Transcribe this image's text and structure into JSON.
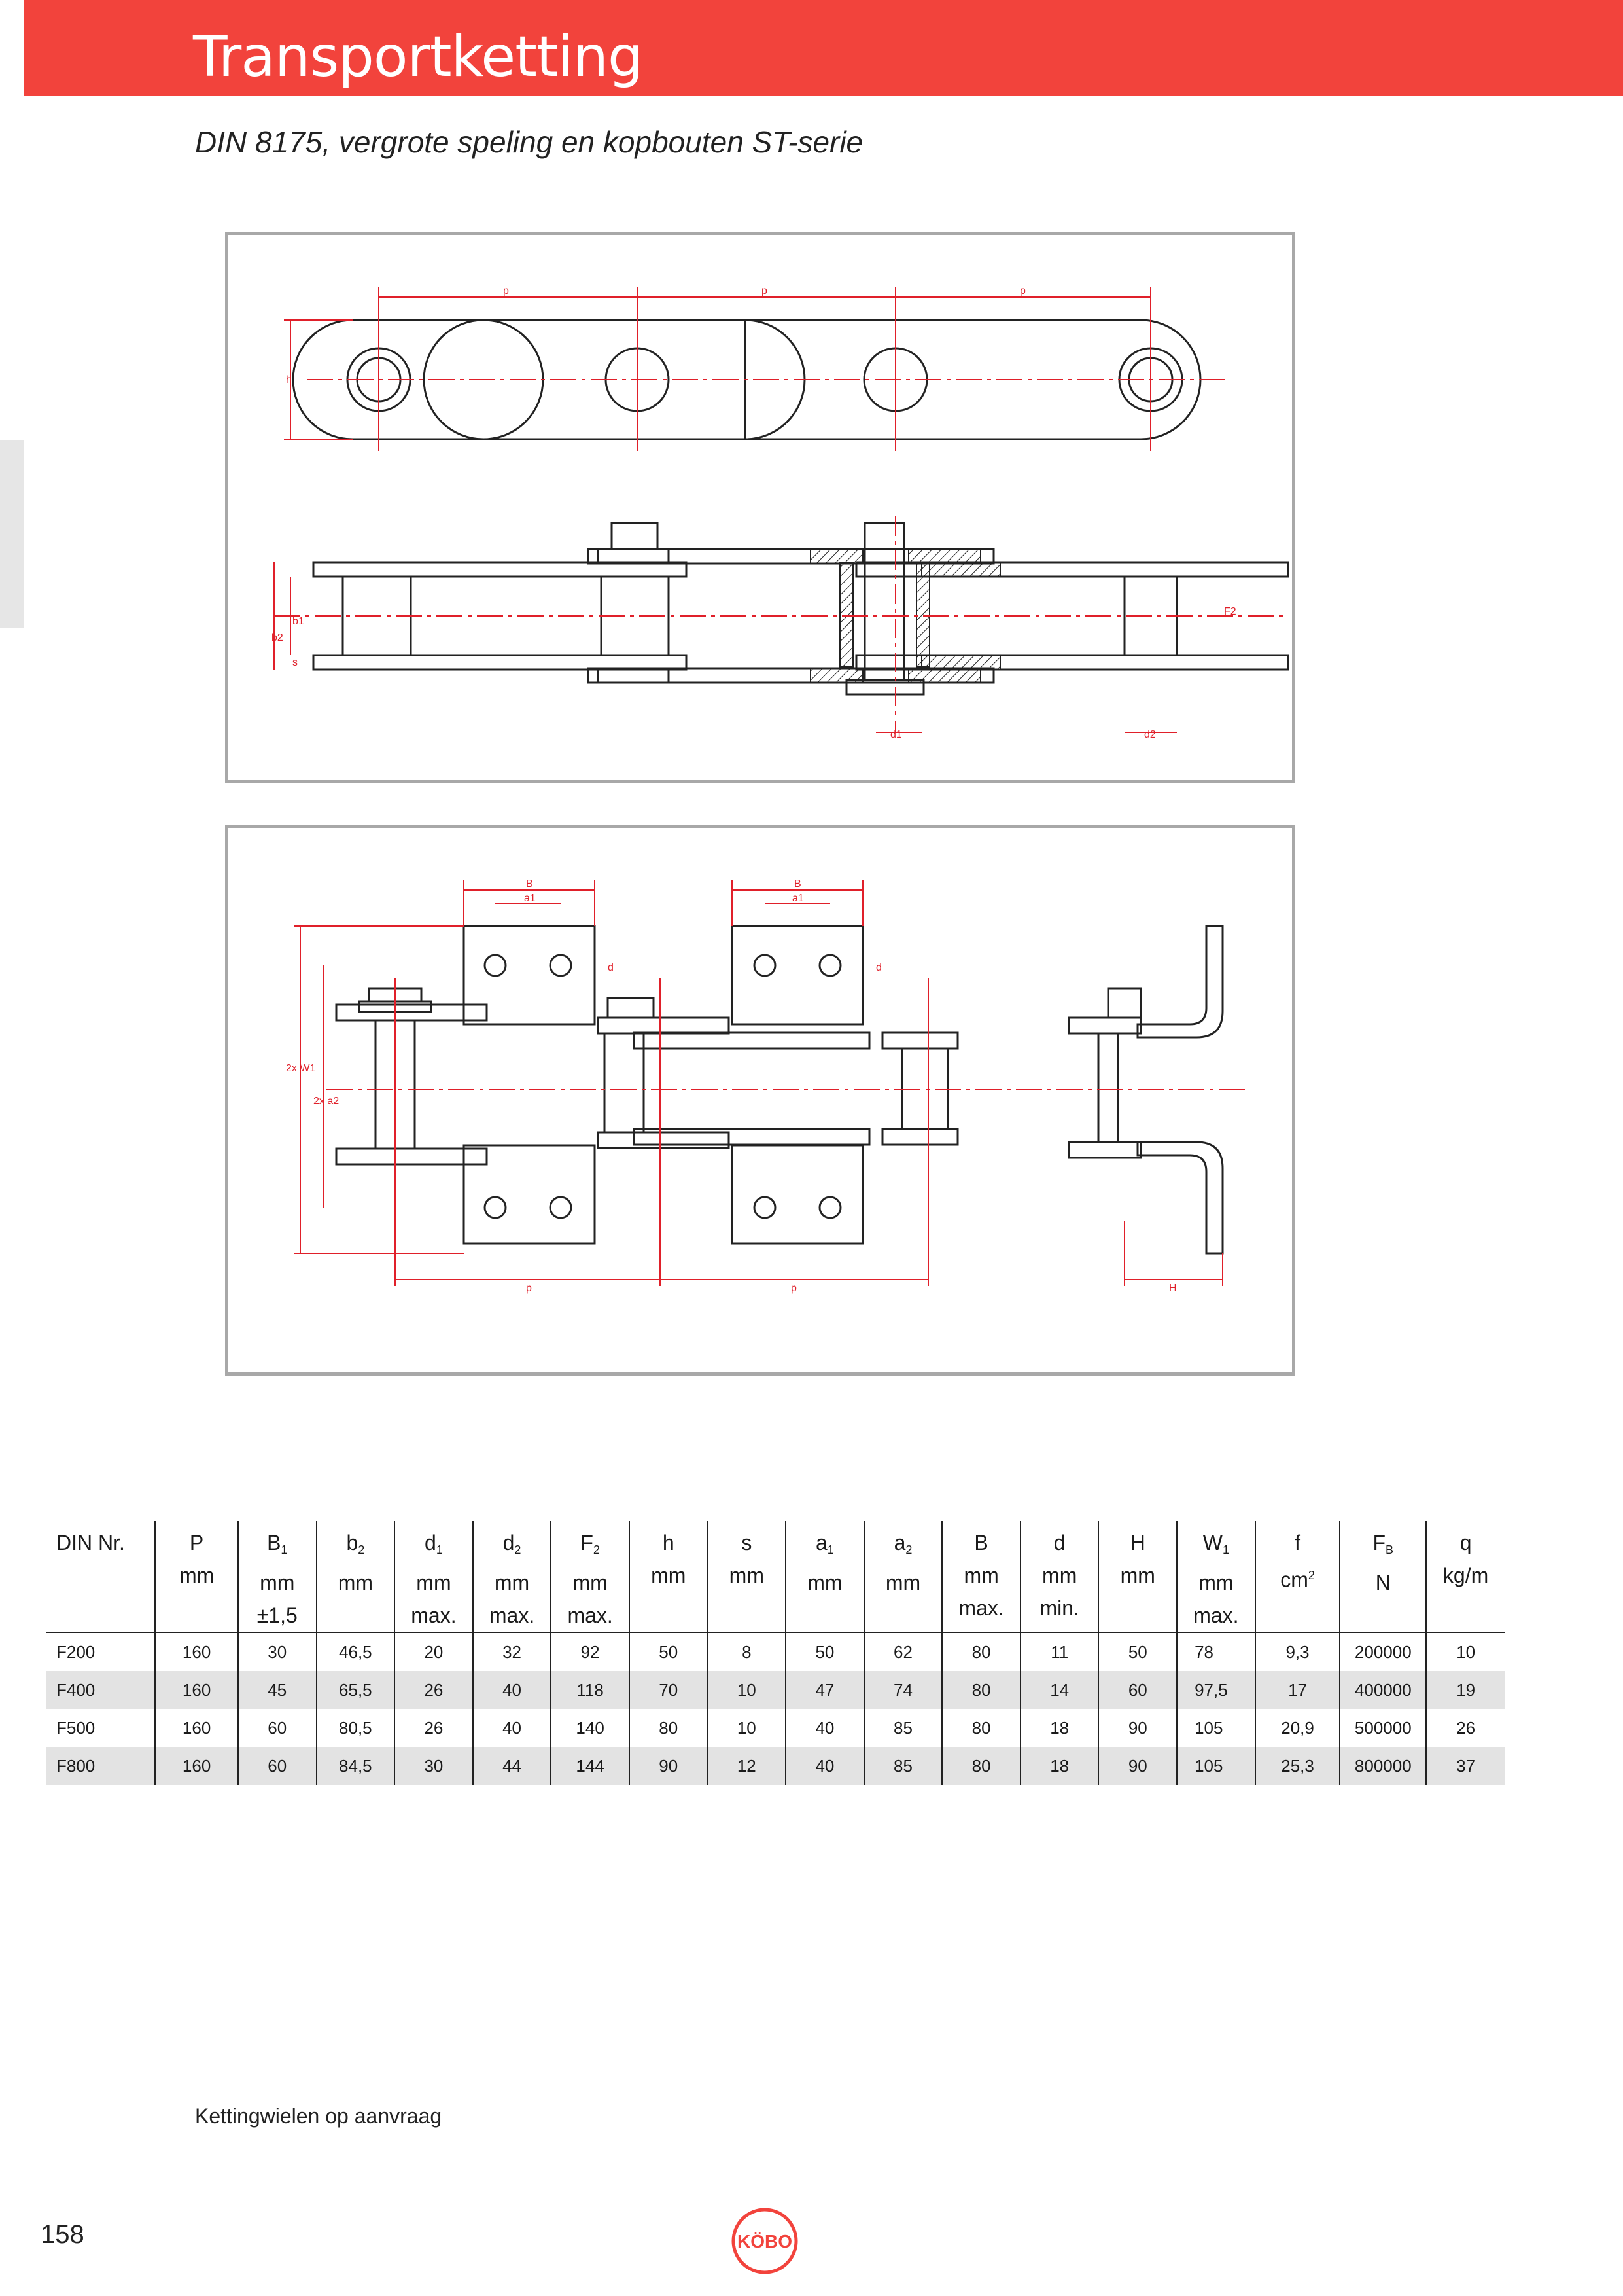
{
  "header": {
    "title": "Transportketting",
    "subtitle": "DIN 8175, vergrote speling en kopbouten ST-serie",
    "accent_color": "#f2433c"
  },
  "drawing_top": {
    "labels": {
      "p": "p",
      "h": "h",
      "b1": "b1",
      "b2": "b2",
      "s": "s",
      "F2": "F2",
      "d1": "d1",
      "d2": "d2"
    }
  },
  "drawing_bottom": {
    "labels": {
      "B": "B",
      "a1": "a1",
      "d": "d",
      "W1": "2x W1",
      "a2": "2x a2",
      "p": "p",
      "H": "H"
    }
  },
  "table": {
    "headers": [
      {
        "sym": "DIN Nr.",
        "sub": "",
        "sup": "",
        "unit": "",
        "note": ""
      },
      {
        "sym": "P",
        "sub": "",
        "sup": "",
        "unit": "mm",
        "note": ""
      },
      {
        "sym": "B",
        "sub": "1",
        "sup": "",
        "unit": "mm",
        "note": "±1,5"
      },
      {
        "sym": "b",
        "sub": "2",
        "sup": "",
        "unit": "mm",
        "note": ""
      },
      {
        "sym": "d",
        "sub": "1",
        "sup": "",
        "unit": "mm",
        "note": "max."
      },
      {
        "sym": "d",
        "sub": "2",
        "sup": "",
        "unit": "mm",
        "note": "max."
      },
      {
        "sym": "F",
        "sub": "2",
        "sup": "",
        "unit": "mm",
        "note": "max."
      },
      {
        "sym": "h",
        "sub": "",
        "sup": "",
        "unit": "mm",
        "note": ""
      },
      {
        "sym": "s",
        "sub": "",
        "sup": "",
        "unit": "mm",
        "note": ""
      },
      {
        "sym": "a",
        "sub": "1",
        "sup": "",
        "unit": "mm",
        "note": ""
      },
      {
        "sym": "a",
        "sub": "2",
        "sup": "",
        "unit": "mm",
        "note": ""
      },
      {
        "sym": "B",
        "sub": "",
        "sup": "",
        "unit": "mm",
        "note": "max."
      },
      {
        "sym": "d",
        "sub": "",
        "sup": "",
        "unit": "mm",
        "note": "min."
      },
      {
        "sym": "H",
        "sub": "",
        "sup": "",
        "unit": "mm",
        "note": ""
      },
      {
        "sym": "W",
        "sub": "1",
        "sup": "",
        "unit": "mm",
        "note": "max."
      },
      {
        "sym": "f",
        "sub": "",
        "sup": "2",
        "unit": "cm",
        "note": ""
      },
      {
        "sym": "F",
        "sub": "B",
        "sup": "",
        "unit": "N",
        "note": ""
      },
      {
        "sym": "q",
        "sub": "",
        "sup": "",
        "unit": "kg/m",
        "note": ""
      }
    ],
    "rows": [
      [
        "F200",
        "160",
        "30",
        "46,5",
        "20",
        "32",
        "92",
        "50",
        "8",
        "50",
        "62",
        "80",
        "11",
        "50",
        "78",
        "9,3",
        "200000",
        "10"
      ],
      [
        "F400",
        "160",
        "45",
        "65,5",
        "26",
        "40",
        "118",
        "70",
        "10",
        "47",
        "74",
        "80",
        "14",
        "60",
        "97,5",
        "17",
        "400000",
        "19"
      ],
      [
        "F500",
        "160",
        "60",
        "80,5",
        "26",
        "40",
        "140",
        "80",
        "10",
        "40",
        "85",
        "80",
        "18",
        "90",
        "105",
        "20,9",
        "500000",
        "26"
      ],
      [
        "F800",
        "160",
        "60",
        "84,5",
        "30",
        "44",
        "144",
        "90",
        "12",
        "40",
        "85",
        "80",
        "18",
        "90",
        "105",
        "25,3",
        "800000",
        "37"
      ]
    ]
  },
  "footer": {
    "note": "Kettingwielen op aanvraag",
    "page_number": "158",
    "logo_text": "KÖBO"
  }
}
